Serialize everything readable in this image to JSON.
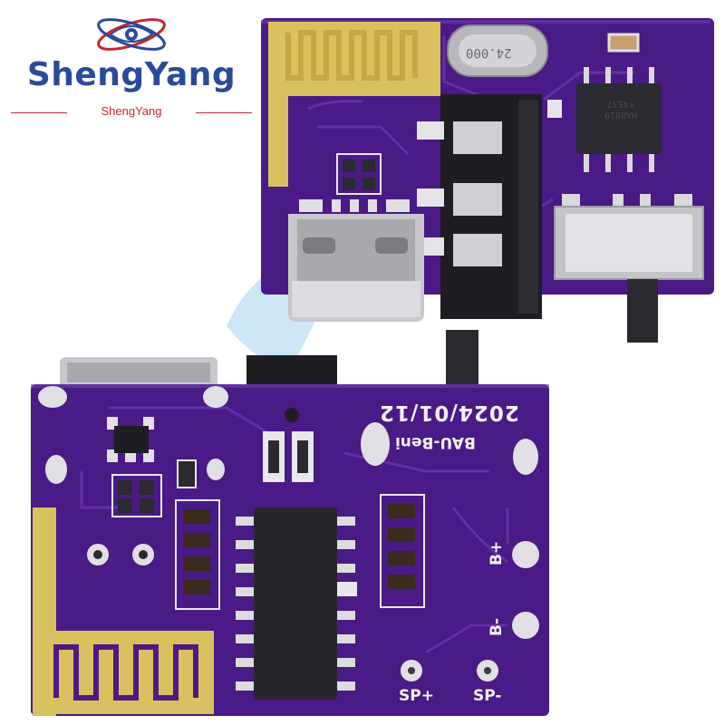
{
  "brand": {
    "name": "ShengYang",
    "tagline": "ShengYang",
    "colors": {
      "primary": "#2a4a9a",
      "accent": "#c9262e"
    },
    "emblem_icon": "eye-orbit-icon"
  },
  "product_photo": {
    "subject": "bluetooth-audio-module-pcb",
    "board_color": "#4a1a86",
    "top_board": {
      "crystal_marking": "24.000",
      "chip_marking": [
        "HA8010",
        "Y4S37"
      ],
      "components": [
        "antenna-icon",
        "crystal-icon",
        "usb-c-port-icon",
        "audio-jack-icon",
        "slide-switch-icon",
        "chip-icon"
      ]
    },
    "bottom_board": {
      "silkscreen_date": "2024/01/12",
      "silkscreen_name": "BAU-Beni",
      "pads": [
        {
          "label": "B+"
        },
        {
          "label": "B-"
        },
        {
          "label": "SP+"
        },
        {
          "label": "SP-"
        }
      ],
      "components": [
        "antenna-icon",
        "chip-icon",
        "resistor-icon",
        "test-pad-icon"
      ]
    }
  }
}
